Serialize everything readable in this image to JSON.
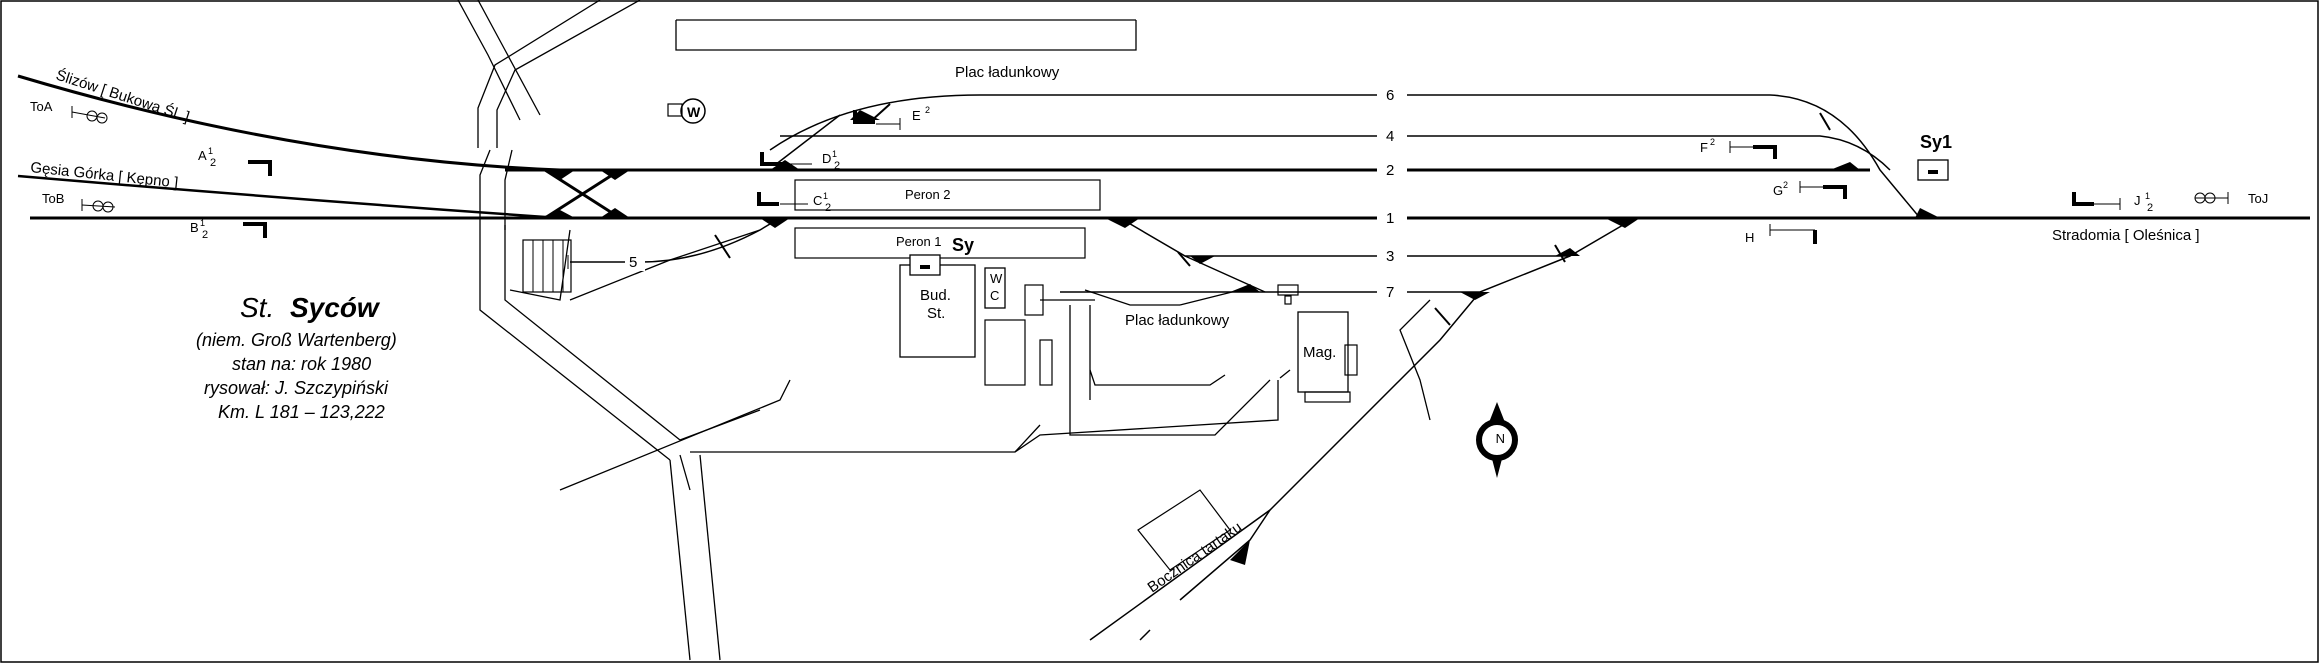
{
  "title": {
    "prefix": "St.",
    "name": "Syców",
    "lines": [
      "(niem. Groß Wartenberg)",
      "stan na: rok 1980",
      "rysował: J. Szczypiński",
      "Km. L 181 – 123,222"
    ]
  },
  "directions": {
    "slizow": "Ślizów [ Bukowa Śl. ]",
    "gesia": "Gęsia Górka [ Kępno ]",
    "stradomia": "Stradomia [ Oleśnica ]",
    "bocznica": "Bocznica tartaku"
  },
  "areas": {
    "plac_top": "Plac ładunkowy",
    "plac_mid": "Plac ładunkowy",
    "peron1": "Peron 1",
    "peron2": "Peron 2",
    "bud1": "Bud.",
    "bud2": "St.",
    "wc1": "W",
    "wc2": "C",
    "mag": "Mag."
  },
  "posts": {
    "sy": "Sy",
    "sy1": "Sy1",
    "w": "W"
  },
  "tracks": [
    "6",
    "4",
    "2",
    "1",
    "3",
    "7",
    "5"
  ],
  "signals": {
    "toa": "ToA",
    "tob": "ToB",
    "toj": "ToJ",
    "a": "A",
    "b": "B",
    "c": "C",
    "d": "D",
    "e": "E",
    "f": "F",
    "g": "G",
    "h": "H",
    "j": "J",
    "e_sup": "2",
    "f_sup": "2",
    "g_sup": "2",
    "frac_num": "1",
    "frac_den": "2"
  },
  "compass": "N"
}
